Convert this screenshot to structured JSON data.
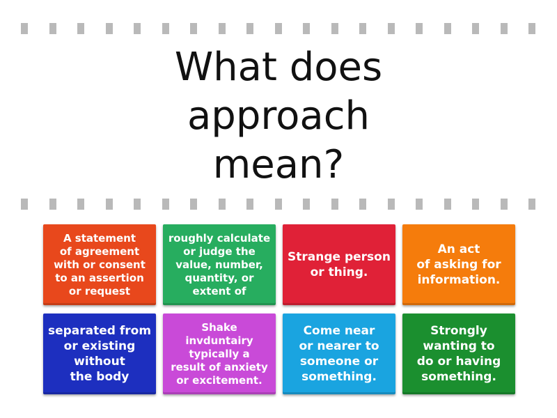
{
  "question": {
    "text": "What does\napproach\nmean?"
  },
  "cards": [
    {
      "text": "A statement\nof agreement\nwith or consent\nto an assertion\nor request",
      "color": "#e8481c"
    },
    {
      "text": "roughly calculate\nor judge the\nvalue, number,\nquantity, or\nextent of",
      "color": "#27ad5f"
    },
    {
      "text": "Strange person\nor thing.",
      "color": "#e02137"
    },
    {
      "text": "An act\nof asking for\ninformation.",
      "color": "#f57c0c"
    },
    {
      "text": "separated from\nor existing\nwithout\nthe body",
      "color": "#1d2fbf"
    },
    {
      "text": "Shake\ninvduntairy\ntypically a\nresult of anxiety\nor excitement.",
      "color": "#c94ad8"
    },
    {
      "text": "Come near\nor nearer to\nsomeone or\nsomething.",
      "color": "#1aa4e0"
    },
    {
      "text": "Strongly\nwanting to\ndo or having\nsomething.",
      "color": "#1b8f2f"
    }
  ]
}
